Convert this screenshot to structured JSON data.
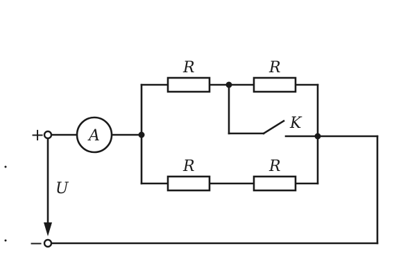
{
  "diagram": {
    "labels": {
      "r_top_left": "R",
      "r_top_right": "R",
      "r_bottom_left": "R",
      "r_bottom_right": "R",
      "ammeter": "A",
      "switch": "K",
      "voltage": "U",
      "plus": "+",
      "minus": "−"
    },
    "colors": {
      "line": "#1a1a1a",
      "background": "#ffffff"
    }
  }
}
